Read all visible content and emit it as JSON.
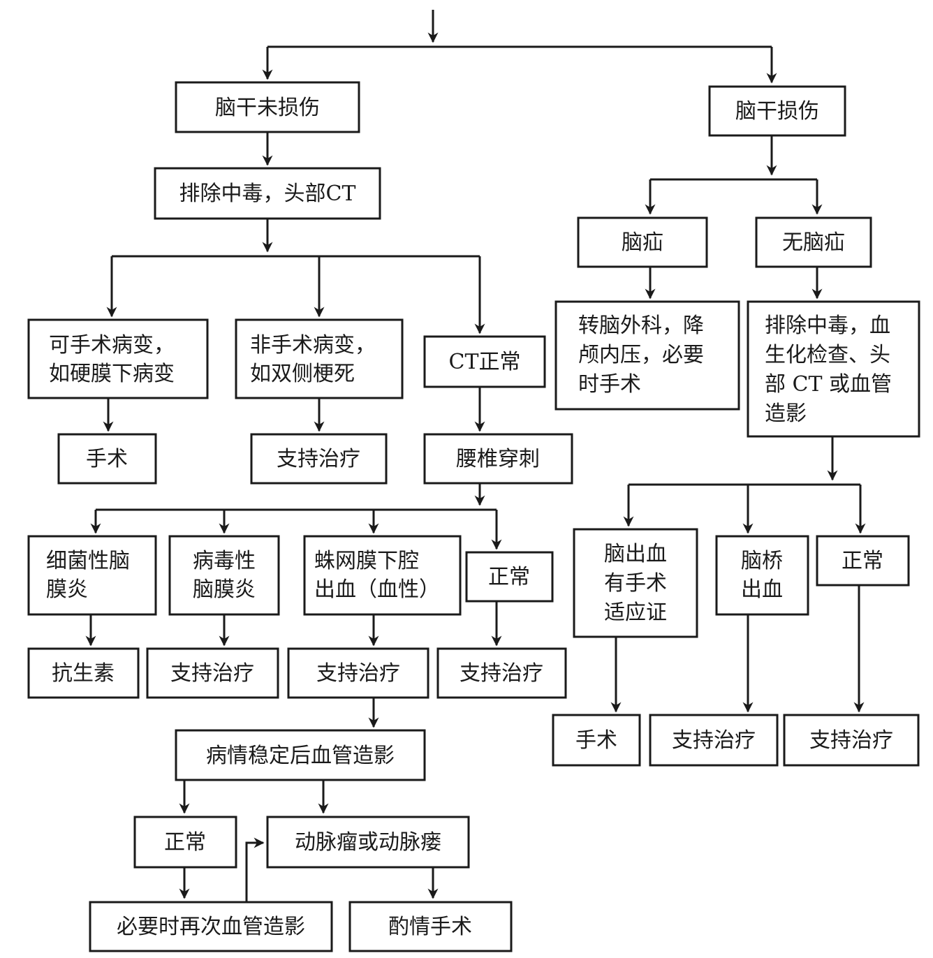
{
  "nodes": {
    "not_injured": "脑干未损伤",
    "injured": "脑干损伤",
    "exclude_ct": "排除中毒，头部CT",
    "herniation": "脑疝",
    "no_herniation": "无脑疝",
    "operable_1": "可手术病变，",
    "operable_2": "如硬膜下病变",
    "inoperable_1": "非手术病变，",
    "inoperable_2": "如双侧梗死",
    "ct_normal": "CT正常",
    "neuro_1": "转脑外科，降",
    "neuro_2": "颅内压，必要",
    "neuro_3": "时手术",
    "exclude_bio_1": "排除中毒，血",
    "exclude_bio_2": "生化检查、头",
    "exclude_bio_3": "部 CT 或血管",
    "exclude_bio_4": "造影",
    "surgery_a": "手术",
    "support_a": "支持治疗",
    "lumbar": "腰椎穿刺",
    "bact_1": "细菌性脑",
    "bact_2": "膜炎",
    "viral_1": "病毒性",
    "viral_2": "脑膜炎",
    "sah_1": "蛛网膜下腔",
    "sah_2": "出血（血性）",
    "normal_csf": "正常",
    "ich_1": "脑出血",
    "ich_2": "有手术",
    "ich_3": "适应证",
    "pons_1": "脑桥",
    "pons_2": "出血",
    "normal_right": "正常",
    "antibiotics": "抗生素",
    "support_b": "支持治疗",
    "support_c": "支持治疗",
    "support_d": "支持治疗",
    "surgery_r": "手术",
    "support_r1": "支持治疗",
    "support_r2": "支持治疗",
    "angio": "病情稳定后血管造影",
    "angio_normal": "正常",
    "aneurysm": "动脉瘤或动脉瘘",
    "repeat_angio": "必要时再次血管造影",
    "consider_surgery": "酌情手术"
  }
}
